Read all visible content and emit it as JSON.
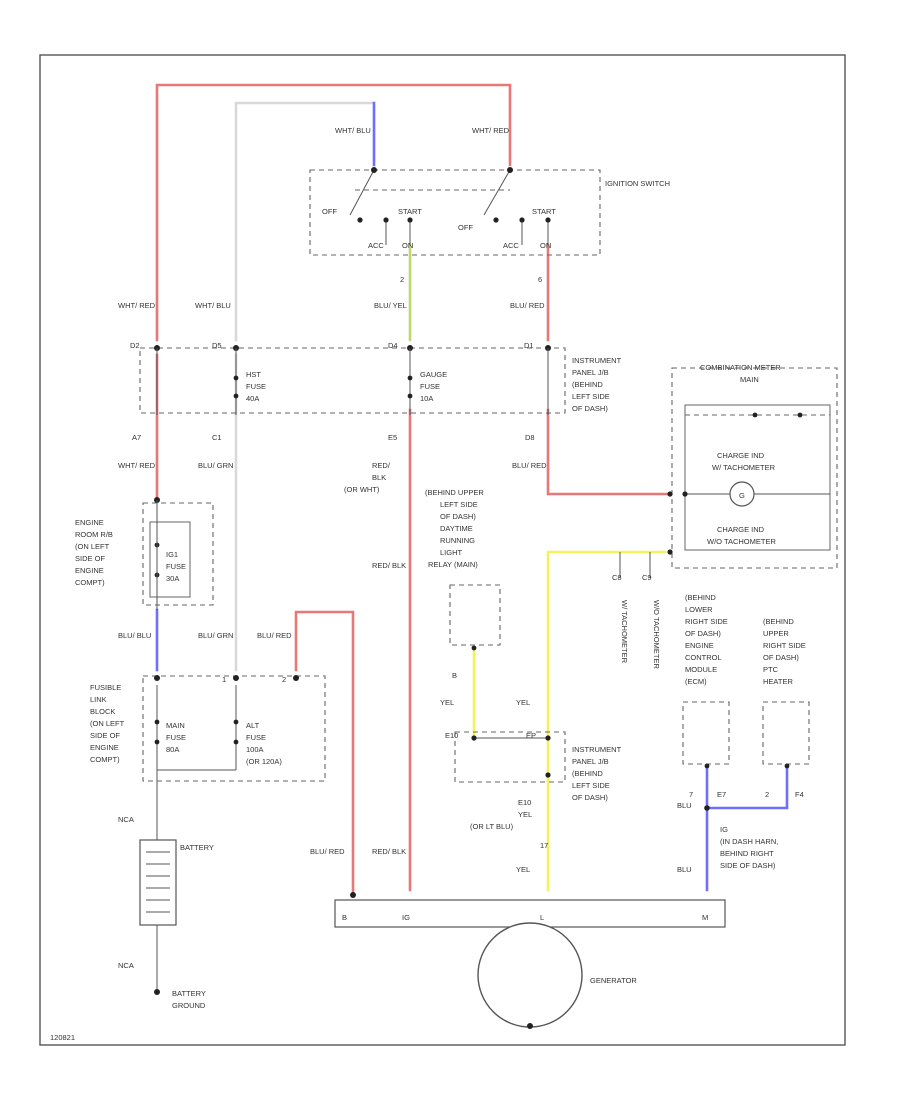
{
  "colors": {
    "red": "#e87878",
    "white": "#d8d8d8",
    "blue": "#6f6fff",
    "yellow": "#f2f25a",
    "green_yellow": "#bcd86a",
    "black": "#333333"
  },
  "ignition_switch": {
    "label": "IGNITION SWITCH",
    "wire_left": "WHT/ BLU",
    "wire_right": "WHT/ RED",
    "pos_off_1": "OFF",
    "pos_start_1": "START",
    "pos_off_2": "OFF",
    "pos_start_2": "START",
    "acc_1": "ACC",
    "on_1": "ON",
    "acc_2": "ACC",
    "on_2": "ON",
    "pin_2": "2",
    "pin_6": "6"
  },
  "wires_top": {
    "whtred": "WHT/ RED",
    "whtblu": "WHT/ BLU",
    "bluyel": "BLU/ YEL",
    "blured": "BLU/ RED"
  },
  "connectors_top": {
    "d2": "D2",
    "d5": "D5",
    "d4": "D4",
    "d1": "D1"
  },
  "fuses": {
    "hst": [
      "HST",
      "FUSE",
      "40A"
    ],
    "gauge": [
      "GAUGE",
      "FUSE",
      "10A"
    ],
    "ig_fuse": [
      "IG1",
      "FUSE",
      "30A"
    ],
    "main": [
      "MAIN",
      "FUSE",
      "80A"
    ],
    "alt": [
      "ALT",
      "FUSE",
      "100A",
      "(OR 120A)"
    ]
  },
  "instrument_panel_jb_1": [
    "INSTRUMENT",
    "PANEL J/B",
    "(BEHIND",
    "LEFT SIDE",
    "OF DASH)"
  ],
  "instrument_panel_jb_2": [
    "INSTRUMENT",
    "PANEL J/B",
    "(BEHIND",
    "LEFT SIDE",
    "OF DASH)"
  ],
  "pins_mid": {
    "a7": "A7",
    "c1": "C1",
    "e5": "E5",
    "d8": "D8",
    "b": "B",
    "l1": "1",
    "l2": "2",
    "e10": "E10",
    "e10b": "E10",
    "ep": "EP",
    "c8": "C8",
    "c9": "C9",
    "e7": "E7",
    "f4": "F4",
    "r7": "7",
    "r2": "2",
    "m17": "17",
    "gen_b": "B",
    "gen_ig": "IG",
    "gen_l": "L",
    "gen_m": "M"
  },
  "wires_mid": {
    "whtred2": "WHT/ RED",
    "blugrn": "BLU/ GRN",
    "redblk": [
      "RED/",
      "BLK",
      "(OR WHT)"
    ],
    "blured2": "BLU/ RED",
    "redblk2": "RED/ BLK",
    "blublu": "BLU/ BLU",
    "blugrn2": "BLU/ GRN",
    "blured3": "BLU/ RED",
    "yel1": "YEL",
    "yel2": "YEL",
    "yel_lt_blu": [
      "YEL",
      "(OR LT BLU)"
    ],
    "yel3": "YEL",
    "blured4": "BLU/ RED",
    "redblk3": "RED/ BLK",
    "blu1": "BLU",
    "blu2": "BLU",
    "nca1": "NCA",
    "nca2": "NCA"
  },
  "engine_room_rb": [
    "ENGINE",
    "ROOM R/B",
    "(ON LEFT",
    "SIDE OF",
    "ENGINE",
    "COMPT)"
  ],
  "fusible_link": [
    "FUSIBLE",
    "LINK",
    "BLOCK",
    "(ON LEFT",
    "SIDE OF",
    "ENGINE",
    "COMPT)"
  ],
  "drl_relay": [
    "(BEHIND UPPER",
    "LEFT SIDE",
    "OF DASH)",
    "DAYTIME",
    "RUNNING",
    "LIGHT",
    "RELAY (MAIN)"
  ],
  "combination_meter": {
    "title": "COMBINATION METER",
    "sub": "MAIN",
    "charge_1": [
      "CHARGE IND",
      "W/ TACHOMETER"
    ],
    "charge_2": [
      "CHARGE IND",
      "W/O TACHOMETER"
    ],
    "gauge_symbol": "G"
  },
  "tach_labels": [
    "W/ TACHOMETER",
    "W/O TACHOMETER"
  ],
  "ecm": [
    "(BEHIND",
    "LOWER",
    "RIGHT SIDE",
    "OF DASH)",
    "ENGINE",
    "CONTROL",
    "MODULE",
    "(ECM)"
  ],
  "ptc": [
    "(BEHIND",
    "UPPER",
    "RIGHT SIDE",
    "OF DASH)",
    "PTC",
    "HEATER"
  ],
  "dash_harness": [
    "IG",
    "(IN DASH HARN,",
    "BEHIND RIGHT",
    "SIDE OF DASH)"
  ],
  "battery": "BATTERY",
  "battery_ground": [
    "BATTERY",
    "GROUND"
  ],
  "generator": "GENERATOR",
  "footer_code": "120821"
}
